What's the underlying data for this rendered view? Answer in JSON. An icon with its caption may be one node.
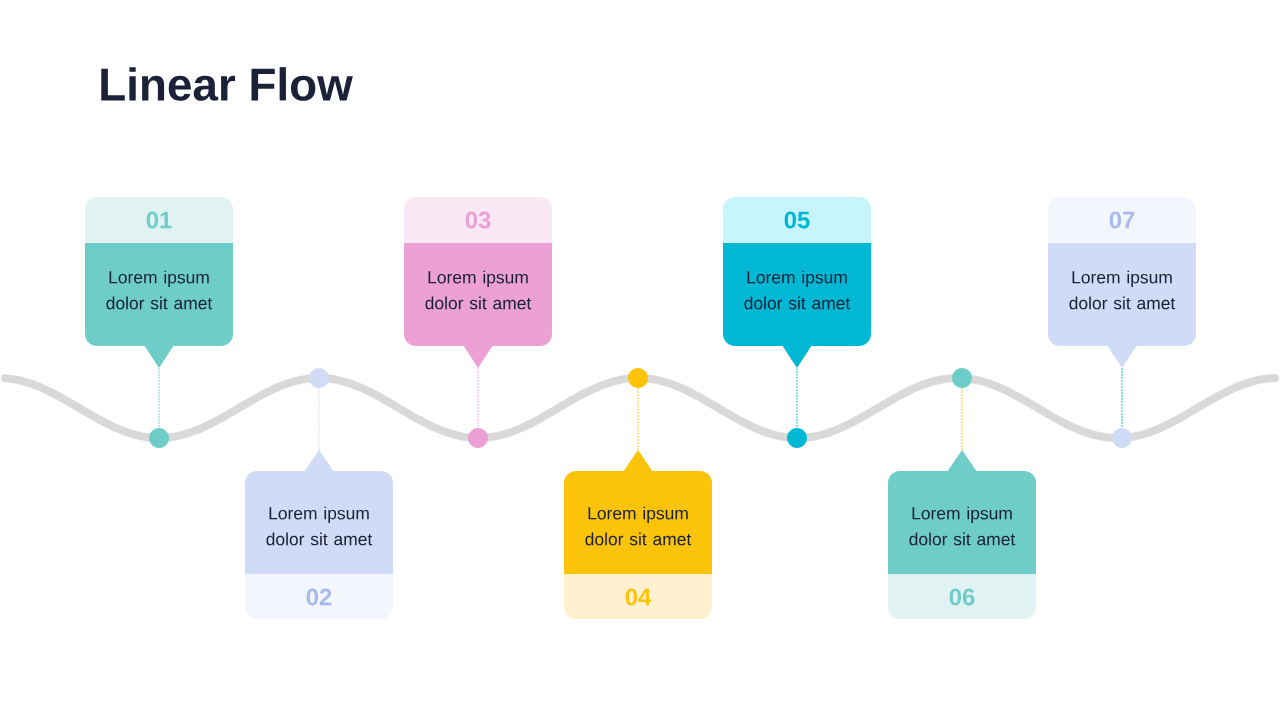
{
  "diagram": {
    "title": "Linear Flow",
    "nodes": [
      {
        "text": [
          "01",
          "Lorem ipsum dolor sit amet"
        ]
      },
      {
        "text": [
          "Lorem ipsum dolor sit amet",
          "02"
        ]
      },
      {
        "text": [
          "03",
          "Lorem ipsum dolor sit amet"
        ]
      },
      {
        "text": [
          "Lorem ipsum dolor sit amet",
          "04"
        ]
      },
      {
        "text": [
          "05",
          "Lorem ipsum dolor sit amet"
        ]
      },
      {
        "text": [
          "Lorem ipsum dolor sit amet",
          "06"
        ]
      },
      {
        "text": [
          "07",
          "Lorem ipsum dolor sit amet"
        ]
      },
      {
        "text": [],
        "shape": "circle"
      },
      {
        "text": [],
        "shape": "circle"
      },
      {
        "text": [],
        "shape": "circle"
      },
      {
        "text": [],
        "shape": "circle"
      },
      {
        "text": [],
        "shape": "circle"
      },
      {
        "text": [],
        "shape": "circle"
      },
      {
        "text": [],
        "shape": "circle"
      }
    ],
    "edges": [
      {
        "from": 0,
        "to": 7,
        "arrow": "none",
        "style": "dashed",
        "color": "#6ecdc8"
      },
      {
        "from": 1,
        "to": 8,
        "arrow": "none",
        "style": "dashed",
        "color": "#d0dbf5"
      },
      {
        "from": 2,
        "to": 9,
        "arrow": "none",
        "style": "dashed",
        "color": "#eca0d6"
      },
      {
        "from": 3,
        "to": 10,
        "arrow": "none",
        "style": "dashed",
        "color": "#fcc30b"
      },
      {
        "from": 4,
        "to": 11,
        "arrow": "none",
        "style": "dashed",
        "color": "#00b8d4"
      },
      {
        "from": 5,
        "to": 12,
        "arrow": "none",
        "style": "dashed",
        "color": "#fcc30b"
      },
      {
        "from": 6,
        "to": 13,
        "arrow": "none",
        "style": "dashed",
        "color": "#00b8d4"
      }
    ]
  }
}
